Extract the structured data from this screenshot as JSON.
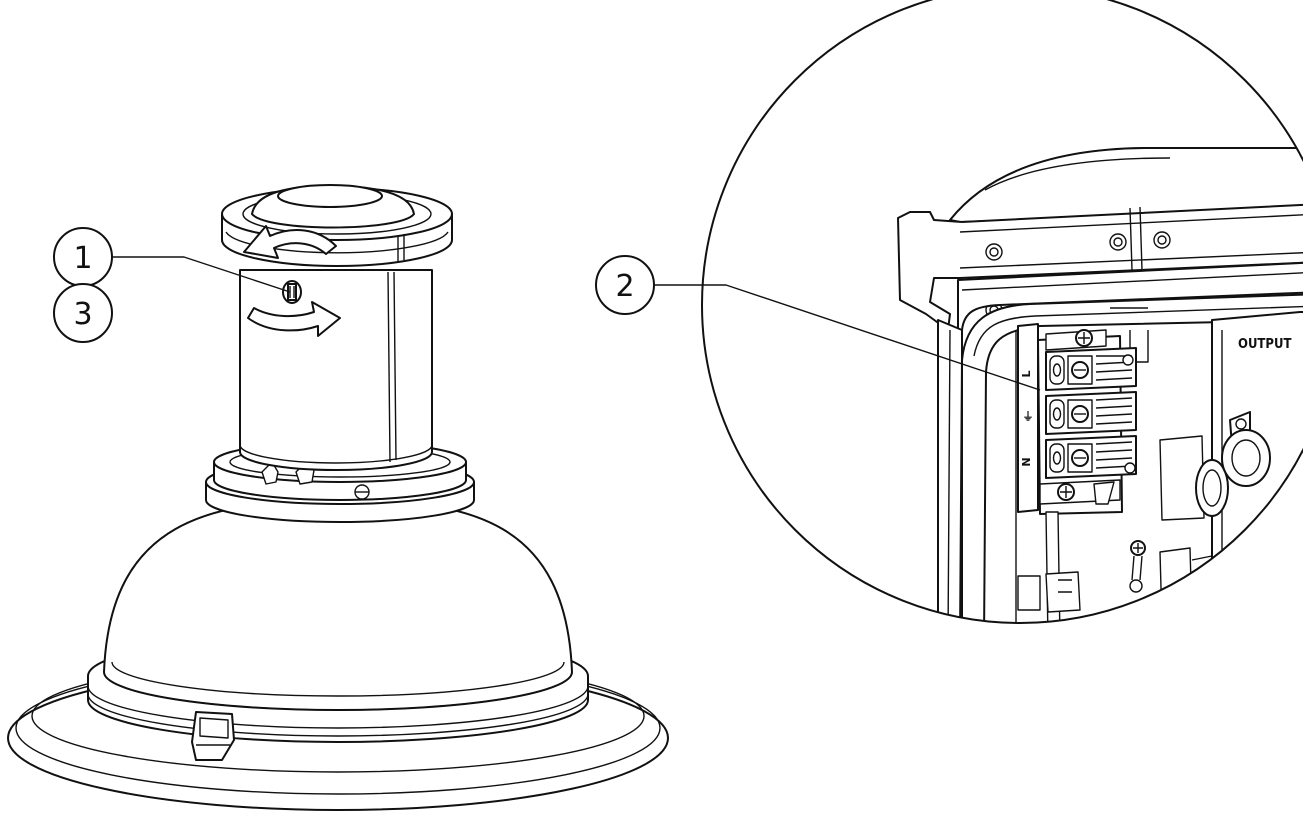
{
  "callouts": {
    "c1": "1",
    "c2": "2",
    "c3": "3"
  },
  "terminal_labels": {
    "live": "L",
    "earth": "⏚",
    "neutral": "N"
  },
  "output_label": "OUTPUT"
}
